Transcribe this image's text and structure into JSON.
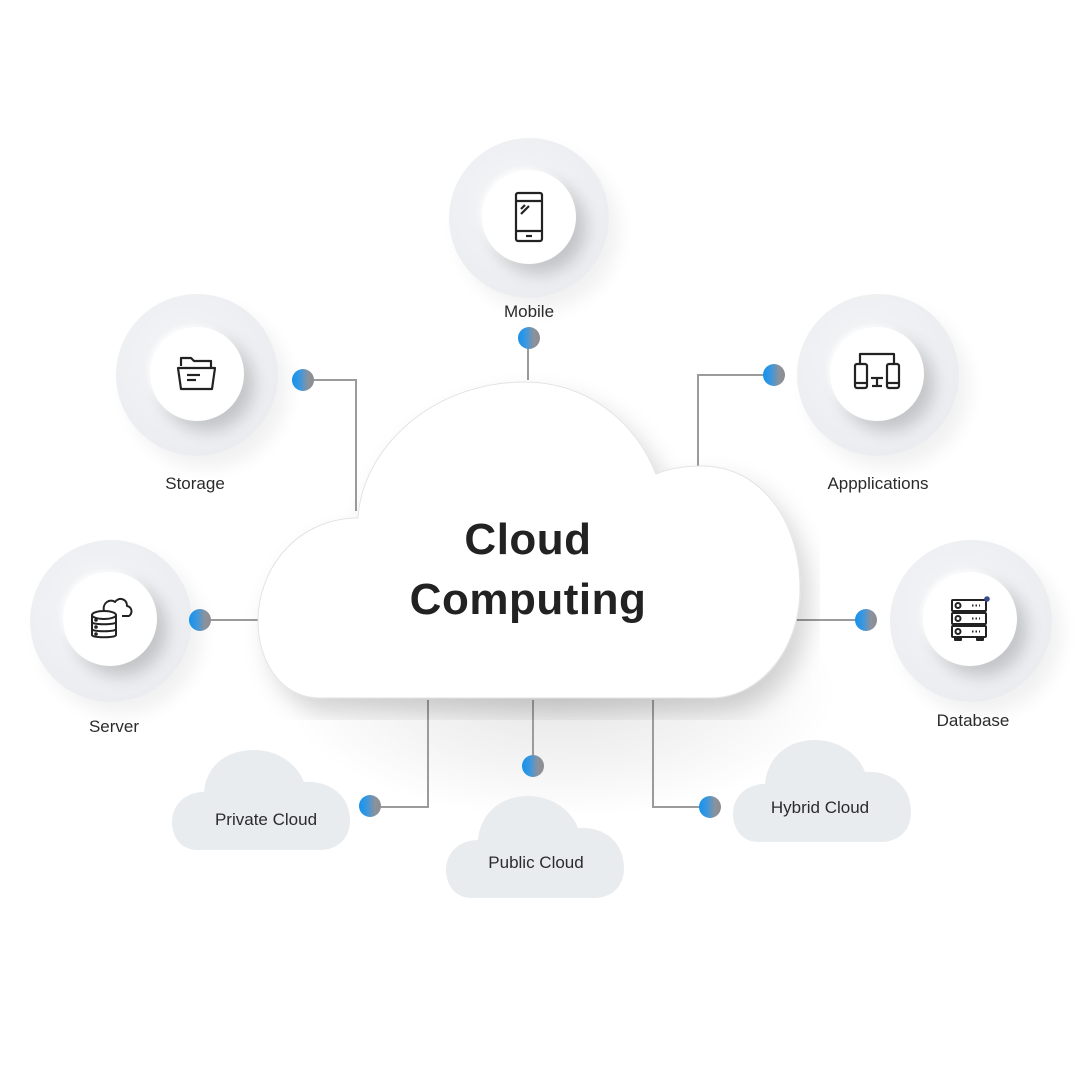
{
  "diagram": {
    "title_line1": "Cloud",
    "title_line2": "Computing",
    "colors": {
      "dot_start": "#1592ec",
      "dot_end": "#8a8d92",
      "line": "#9b9b9b",
      "mini_cloud": "#e9ecef",
      "text": "#2b2b2b"
    },
    "nodes": [
      {
        "id": "mobile",
        "label": "Mobile",
        "icon": "smartphone-icon"
      },
      {
        "id": "storage",
        "label": "Storage",
        "icon": "folder-icon"
      },
      {
        "id": "applications",
        "label": "Appplications",
        "icon": "multi-device-icon"
      },
      {
        "id": "server",
        "label": "Server",
        "icon": "cloud-server-icon"
      },
      {
        "id": "database",
        "label": "Database",
        "icon": "server-rack-icon"
      }
    ],
    "cloud_types": [
      {
        "id": "private",
        "label": "Private Cloud"
      },
      {
        "id": "public",
        "label": "Public Cloud"
      },
      {
        "id": "hybrid",
        "label": "Hybrid Cloud"
      }
    ]
  }
}
